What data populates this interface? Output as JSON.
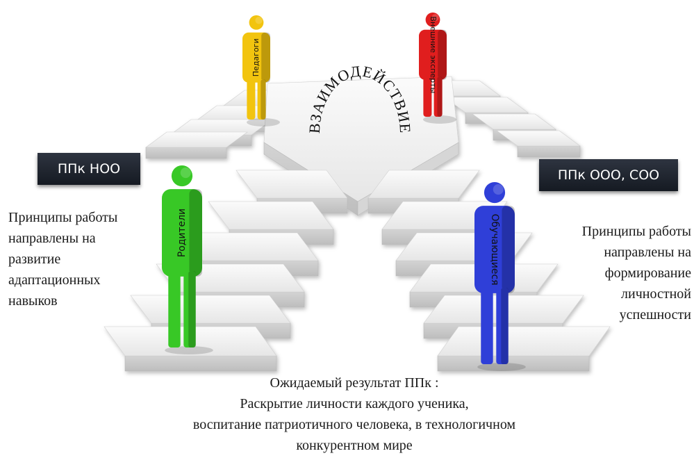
{
  "center_title": "ВЗАИМОДЕЙСТВИЕ",
  "labels": {
    "left_badge": "ППк НОО",
    "right_badge": "ППк ООО, СОО"
  },
  "figures": {
    "teachers": "Педагоги",
    "experts": "Внешние эксперты",
    "parents": "Родители",
    "students": "Обучающиеся"
  },
  "left_text": [
    "Принципы работы",
    "направлены на",
    "развитие",
    "адаптационных",
    "навыков"
  ],
  "right_text": [
    "Принципы работы",
    "направлены на",
    "формирование",
    "личностной",
    "успешности"
  ],
  "bottom_text": [
    "Ожидаемый результат ППк :",
    "Раскрытие личности каждого ученика,",
    "воспитание патриотичного человека, в технологичном",
    "конкурентном мире"
  ],
  "colors": {
    "teachers": "#f2c40f",
    "experts": "#e01e1e",
    "parents": "#38c826",
    "students": "#2f3fd8",
    "stairs": "#ececec"
  }
}
